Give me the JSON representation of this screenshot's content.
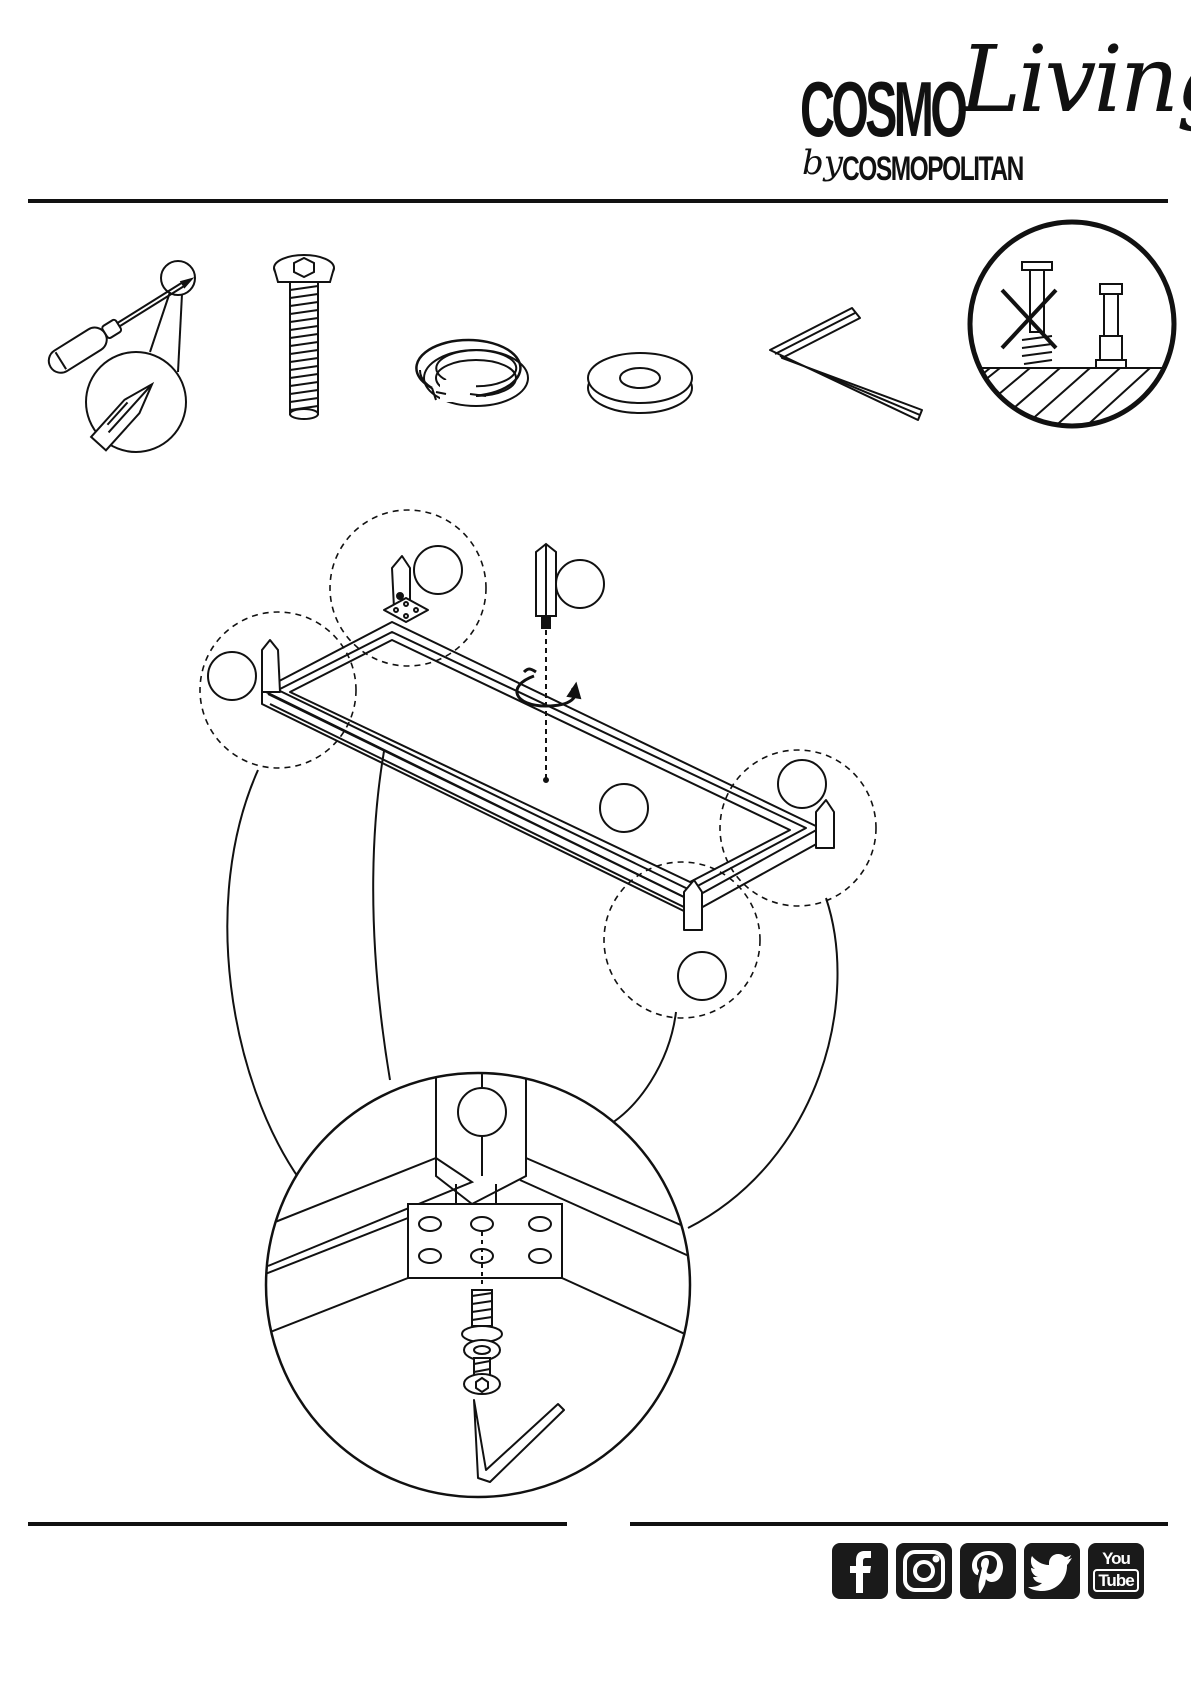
{
  "brand": {
    "cosmo": "COSMO",
    "living": "Living",
    "by": "by",
    "cosmopolitan": "COSMOPOLITAN"
  },
  "social": {
    "youtube_top": "You",
    "youtube_bottom": "Tube"
  },
  "colors": {
    "ink": "#111111",
    "icon_bg": "#1a1a1a",
    "paper": "#ffffff"
  }
}
